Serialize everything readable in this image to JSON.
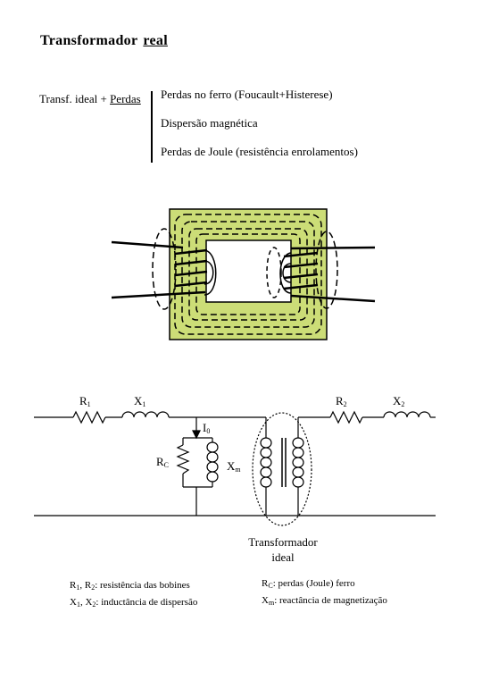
{
  "title": {
    "main": "Transformador",
    "underlined": "real"
  },
  "ideal_plus": {
    "prefix": "Transf. ideal + ",
    "underlined": "Perdas"
  },
  "losses": [
    "Perdas no ferro (Foucault+Histerese)",
    "Dispersão magnética",
    "Perdas de Joule (resistência enrolamentos)"
  ],
  "circuit": {
    "r1": {
      "base": "R",
      "sub": "1"
    },
    "x1": {
      "base": "X",
      "sub": "1"
    },
    "r2": {
      "base": "R",
      "sub": "2"
    },
    "x2": {
      "base": "X",
      "sub": "2"
    },
    "i0": {
      "base": "I",
      "sub": "0"
    },
    "rc": {
      "base": "R",
      "sub": "C"
    },
    "xm": {
      "base": "X",
      "sub": "m"
    },
    "ideal_caption_line1": "Transformador",
    "ideal_caption_line2": "ideal"
  },
  "legend": {
    "line1": {
      "a": "R",
      "as": "1",
      "sep": ", R",
      "bs": "2",
      "text": ": resistência das bobines"
    },
    "line2": {
      "a": "X",
      "as": "1",
      "sep": ", X",
      "bs": "2",
      "text": ": inductância de dispersão"
    },
    "line3": {
      "a": "R",
      "as": "C",
      "text": ": perdas (Joule) ferro"
    },
    "line4": {
      "a": "X",
      "as": "m",
      "text": ": reactância de magnetização"
    }
  },
  "colors": {
    "core": "#ccdd77",
    "ink": "#000000"
  }
}
